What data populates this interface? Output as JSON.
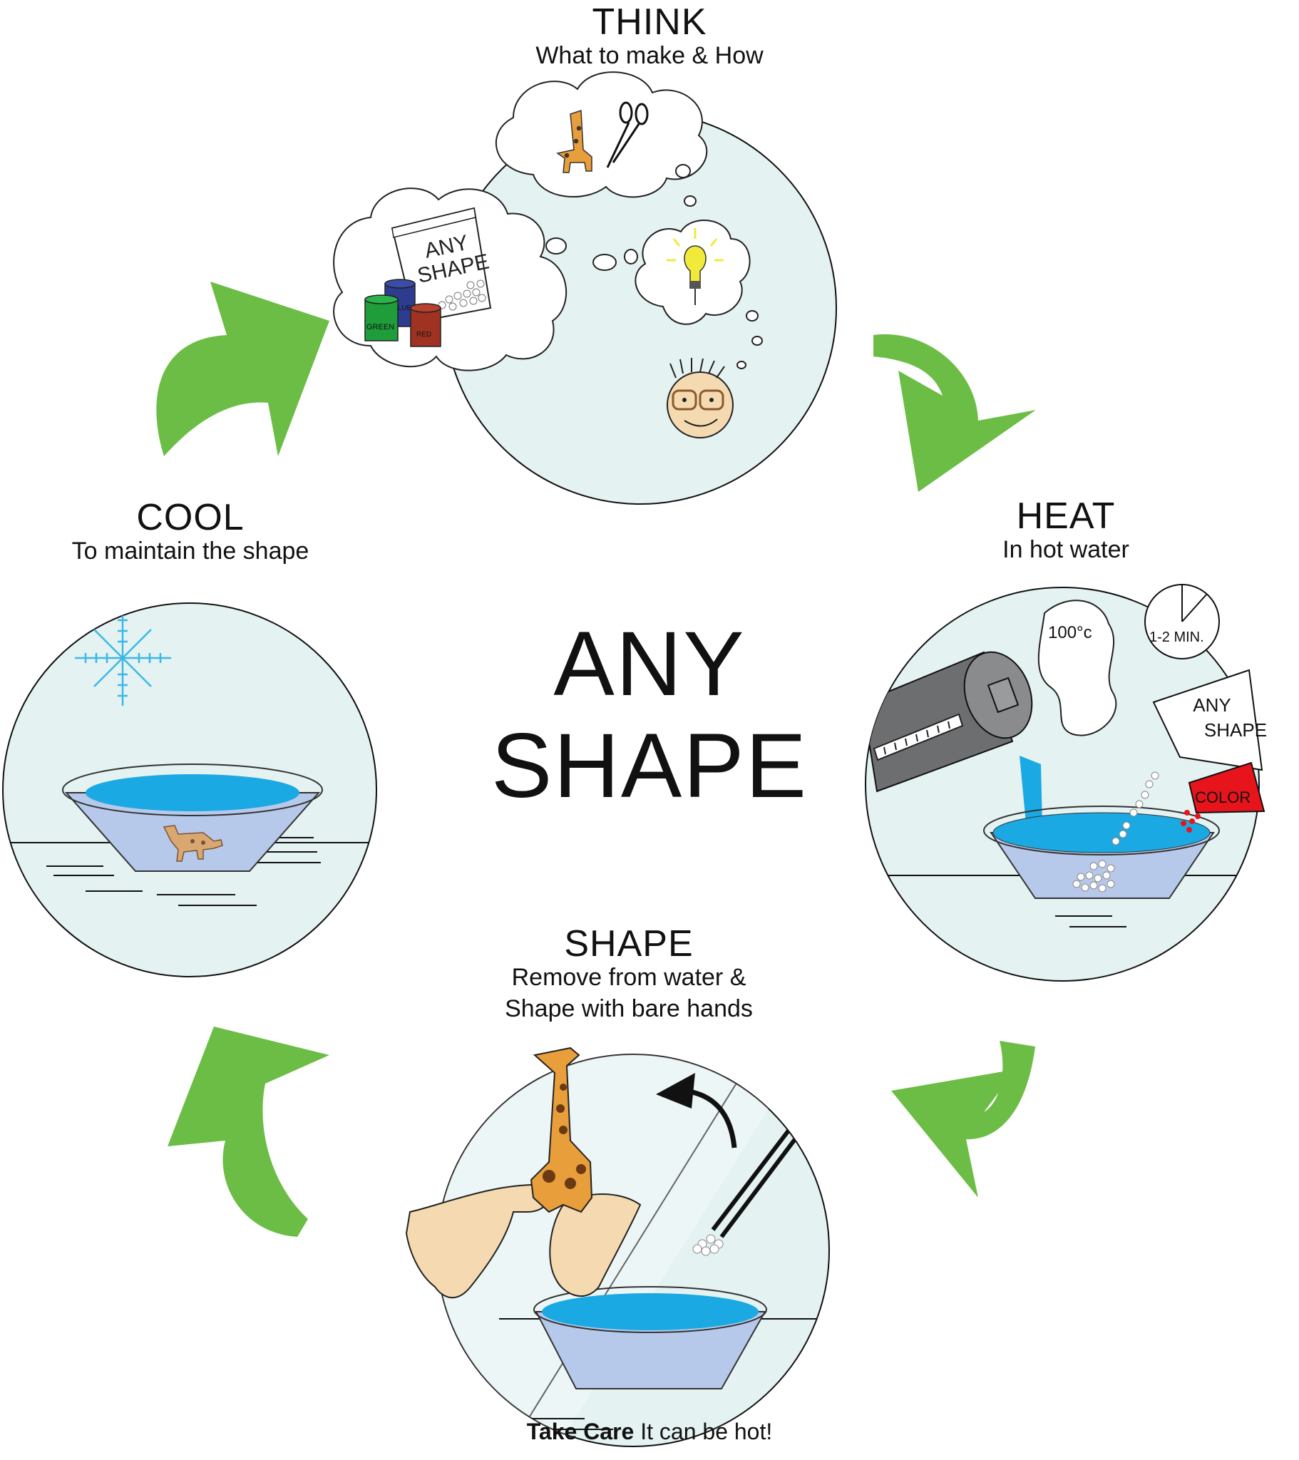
{
  "center": {
    "line1": "ANY",
    "line2": "SHAPE"
  },
  "steps": {
    "think": {
      "title": "THINK",
      "subtitle": "What to make & How"
    },
    "heat": {
      "title": "HEAT",
      "subtitle": "In hot water"
    },
    "shape": {
      "title": "SHAPE",
      "subtitle_line1": "Remove from water &",
      "subtitle_line2": "Shape with bare hands"
    },
    "cool": {
      "title": "COOL",
      "subtitle": "To maintain the shape"
    }
  },
  "think_scene": {
    "bag_line1": "ANY",
    "bag_line2": "SHAPE",
    "cans": [
      "BLUE",
      "GREEN",
      "RED"
    ]
  },
  "heat_scene": {
    "temperature": "100°c",
    "timer": "1-2 MIN.",
    "bag_line1": "ANY",
    "bag_line2": "SHAPE",
    "color_packet": "COLOR"
  },
  "footer": {
    "bold": "Take Care",
    "rest": " It can be hot!"
  },
  "colors": {
    "circle_fill": "#e4f2f2",
    "arrow": "#6cbd45",
    "water": "#1ba9e3",
    "bowl_glass": "#b7c9ea",
    "giraffe": "#e89e3a",
    "skin": "#f5d9b0",
    "bulb": "#f1ea3a",
    "can_blue": "#2d3c8e",
    "can_green": "#1f9d3a",
    "can_red": "#a03222",
    "color_packet": "#e8141b",
    "snowflake": "#3cb7e6",
    "kettle": "#6d6e70"
  }
}
